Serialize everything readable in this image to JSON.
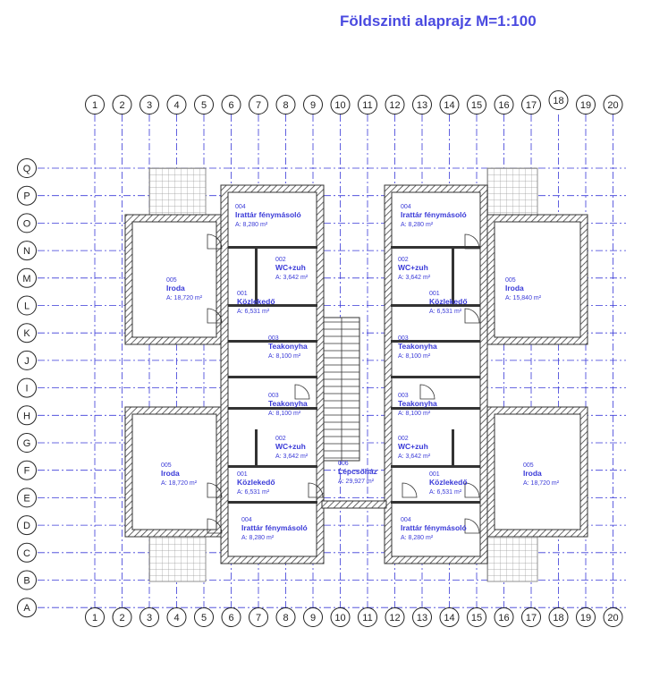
{
  "title": "Földszinti alaprajz M=1:100",
  "columns": [
    "1",
    "2",
    "3",
    "4",
    "5",
    "6",
    "7",
    "8",
    "9",
    "10",
    "11",
    "12",
    "13",
    "14",
    "15",
    "16",
    "17",
    "18",
    "19",
    "20"
  ],
  "rows": [
    "Q",
    "P",
    "O",
    "N",
    "M",
    "L",
    "K",
    "J",
    "I",
    "H",
    "G",
    "F",
    "E",
    "D",
    "C",
    "B",
    "A"
  ],
  "rooms": [
    {
      "code": "004",
      "name": "Irattár fénymásoló",
      "area": "A: 8,280 m²"
    },
    {
      "code": "002",
      "name": "WC+zuh",
      "area": "A: 3,642 m²"
    },
    {
      "code": "001",
      "name": "Közlekedő",
      "area": "A: 6,531 m²"
    },
    {
      "code": "005",
      "name": "Iroda",
      "area": "A: 18,720 m²"
    },
    {
      "code": "003",
      "name": "Teakonyha",
      "area": "A: 8,100 m²"
    },
    {
      "code": "004",
      "name": "Irattár fénymásoló",
      "area": "A: 8,280 m²"
    },
    {
      "code": "002",
      "name": "WC+zuh",
      "area": "A: 3,642 m²"
    },
    {
      "code": "001",
      "name": "Közlekedő",
      "area": "A: 6,531 m²"
    },
    {
      "code": "005",
      "name": "Iroda",
      "area": "A: 15,840 m²"
    },
    {
      "code": "003",
      "name": "Teakonyha",
      "area": "A: 8,100 m²"
    },
    {
      "code": "003",
      "name": "Teakonyha",
      "area": "A: 8,100 m²"
    },
    {
      "code": "002",
      "name": "WC+zuh",
      "area": "A: 3,642 m²"
    },
    {
      "code": "001",
      "name": "Közlekedő",
      "area": "A: 6,531 m²"
    },
    {
      "code": "005",
      "name": "Iroda",
      "area": "A: 18,720 m²"
    },
    {
      "code": "004",
      "name": "Irattár fénymásoló",
      "area": "A: 8,280 m²"
    },
    {
      "code": "003",
      "name": "Teakonyha",
      "area": "A: 8,100 m²"
    },
    {
      "code": "002",
      "name": "WC+zuh",
      "area": "A: 3,642 m²"
    },
    {
      "code": "001",
      "name": "Közlekedő",
      "area": "A: 6,531 m²"
    },
    {
      "code": "005",
      "name": "Iroda",
      "area": "A: 18,720 m²"
    },
    {
      "code": "004",
      "name": "Irattár fénymásoló",
      "area": "A: 8,280 m²"
    },
    {
      "code": "006",
      "name": "Lépcsőház",
      "area": "A: 29,927 m²"
    }
  ],
  "colors": {
    "grid": "#3a3ad8",
    "wall": "#333333",
    "text": "#3a3ad8"
  }
}
